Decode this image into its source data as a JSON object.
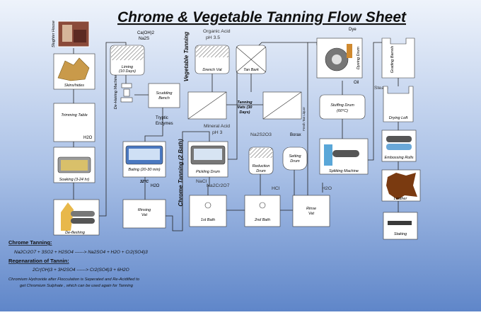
{
  "title": "Chrome & Vegetable Tanning Flow Sheet",
  "colors": {
    "background_top": "#eef3fb",
    "background_bottom": "#5f86c9",
    "title": "#101010",
    "box_fill": "#ffffff",
    "line": "#222222"
  },
  "labels": {
    "slughter_house": "Slughter House",
    "skins_hides": "Skins/hides",
    "trimming_table": "Trimming Table",
    "h2o_1": "H2O",
    "soaking": "Soaking (3-24 hr)",
    "de_fleshing": "De-fleshing",
    "lime_chem_1": "Ca(OH)2",
    "lime_chem_2": "Na2S",
    "liming": "Liming (10 Days)",
    "de_hairing_machine": "De-Hairing Machine",
    "scudding_bench": "Scudding Bench",
    "tryptic_enzymes_1": "Tryptic",
    "tryptic_enzymes_2": "Enzymes",
    "bating": "Bating (20-30 min)",
    "bating_temp": "32°C",
    "h2o_2": "H2O",
    "rinsing_vat": "Rinsing Vat",
    "vegetable_tanning": "Vegetable Tanning",
    "organic_acid_1": "Organic Acid",
    "organic_acid_2": "pH 3.5",
    "drench_vat": "Drench Vat",
    "tan_bark": "Tan Bark",
    "tanning_vats": "Tanning Vats (30 Days)",
    "fresh_tan_liquor": "Fresh Tan Liquor",
    "chrome_tanning": "Chrome Tanning (2 Bath)",
    "mineral_acid_1": "Mineral Acid",
    "mineral_acid_2": "pH 3",
    "pickling_drum": "Pickling Drum",
    "na2so3": "Na2S2O3",
    "reduction_drum": "Reduction Drum",
    "borax": "Borax",
    "setting_drum": "Setting Drum",
    "nacl": "NaCl",
    "na2cr2o7": "Na2Cr2O7",
    "hcl": "HCl",
    "bath_1": "1st Bath",
    "bath_2": "2nd Bath",
    "rinse_vat": "Rinse Vat",
    "dye": "Dye",
    "dyeing_drum": "Dyeing Drum",
    "oil": "Oil",
    "stuffing_drum_1": "Stuffing Drum",
    "stuffing_drum_2": "(60°C)",
    "splitting_machine": "Splitting Machine",
    "h2o_3": "H2O",
    "grading_barrels": "Grading Barrels",
    "steam": "Steam",
    "drying_loft": "Drying Loft",
    "embossing_rolls": "Embossing Rolls",
    "leather": "Leather",
    "staking": "Staking"
  },
  "equations": {
    "chrome_tanning_heading": "Chrome Tanning:",
    "chrome_tanning_eq": "Na2Cr2O7 + 3SO2 + H2SO4 ------> Na2SO4 + H2O + Cr2(SO4)3",
    "regeneration_heading": "Regenaration of Tannin:",
    "regeneration_eq": "2Cr(OH)3 + 3H2SO4 ------> Cr2(SO4)3 + 6H2O",
    "note_1": "Chromium Hydroxide after Flocculation is Seperated and Re-Acidified to",
    "note_2": "get Chromium Sulphate , which can be used again for Tanning"
  }
}
